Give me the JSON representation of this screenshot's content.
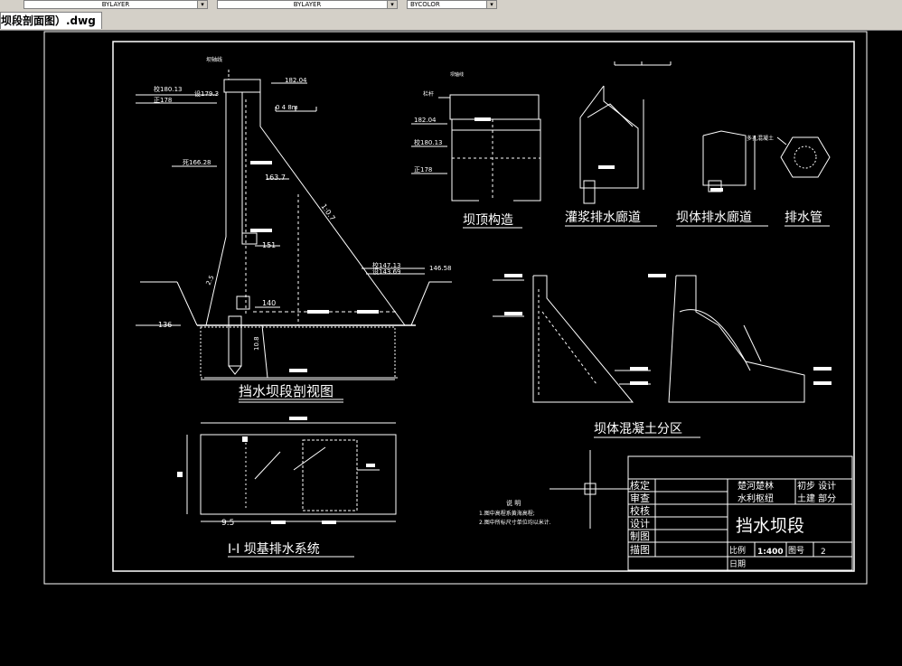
{
  "toolbar": {
    "combo1": "BYLAYER",
    "combo2": "BYLAYER",
    "combo3": "BYCOLOR"
  },
  "tab": {
    "title": "坝段剖面图）.dwg"
  },
  "drawing": {
    "main_section": {
      "title": "挡水坝段剖视图",
      "axis_label": "坝轴线",
      "elevations": [
        "校180.13",
        "设179.3",
        "正178",
        "182.04",
        "死166.28",
        "163.7",
        "151",
        "140",
        "校147.13",
        "设143.69",
        "146.58",
        "136"
      ],
      "slope": "1:0.7",
      "scale_label": "0  4  8m",
      "dims": [
        "2.5",
        "10.8"
      ]
    },
    "dam_top": {
      "title": "坝顶构造",
      "labels": [
        "栏杆",
        "坝轴线",
        "182.04",
        "校180.13",
        "正178"
      ]
    },
    "grout_gallery": {
      "title": "灌浆排水廊道"
    },
    "drain_gallery": {
      "title": "坝体排水廊道"
    },
    "drain_pipe": {
      "title": "排水管",
      "label": "多孔混凝土"
    },
    "concrete_zone": {
      "title": "坝体混凝土分区"
    },
    "foundation": {
      "title": "I-I  坝基排水系统",
      "dim": "9.5"
    },
    "notes": {
      "heading": "说  明",
      "lines": [
        "1.图中高程系黄海高程;",
        "2.图中所标尺寸单位均以米计."
      ]
    },
    "title_block": {
      "roles": [
        "核定",
        "审查",
        "校核",
        "设计",
        "制图",
        "描图"
      ],
      "project_line1": "楚河楚林",
      "project_line2": "水利枢纽",
      "stage": "初步 设计",
      "part": "土建 部分",
      "drawing_title": "挡水坝段",
      "scale_label": "比例",
      "scale_value": "1:400",
      "sheet_label": "图号",
      "sheet_value": "2",
      "date_label": "日期"
    }
  }
}
